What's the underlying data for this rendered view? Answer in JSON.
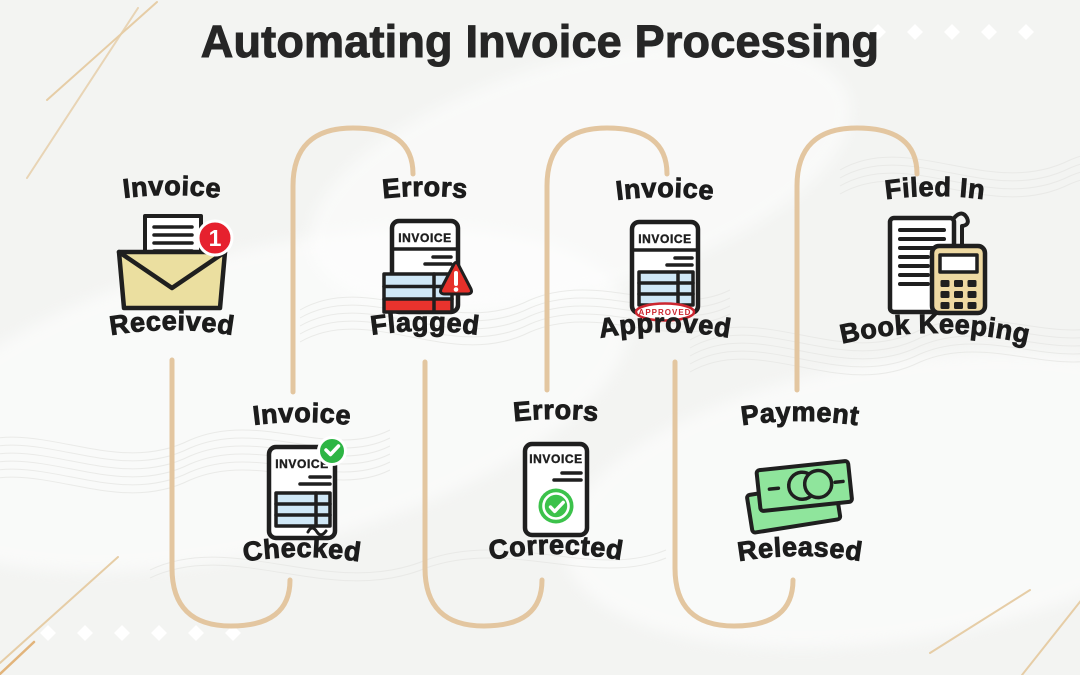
{
  "title": "Automating Invoice Processing",
  "steps": [
    {
      "id": "invoice-received",
      "row": "top",
      "top_label": "Invoice",
      "bottom_label": "Received",
      "icon": "envelope-notification-icon"
    },
    {
      "id": "invoice-checked",
      "row": "bottom",
      "top_label": "Invoice",
      "bottom_label": "Checked",
      "icon": "invoice-checked-icon"
    },
    {
      "id": "errors-flagged",
      "row": "top",
      "top_label": "Errors",
      "bottom_label": "Flagged",
      "icon": "invoice-error-warning-icon"
    },
    {
      "id": "errors-corrected",
      "row": "bottom",
      "top_label": "Errors",
      "bottom_label": "Corrected",
      "icon": "invoice-corrected-check-icon"
    },
    {
      "id": "invoice-approved",
      "row": "top",
      "top_label": "Invoice",
      "bottom_label": "Approved",
      "icon": "invoice-approved-stamp-icon"
    },
    {
      "id": "payment-released",
      "row": "bottom",
      "top_label": "Payment",
      "bottom_label": "Released",
      "icon": "money-banknotes-icon"
    },
    {
      "id": "filed-bookkeeping",
      "row": "top",
      "top_label": "Filed In",
      "bottom_label": "Book Keeping",
      "icon": "document-calculator-icon"
    }
  ],
  "icon_texts": {
    "invoice_header": "INVOICE",
    "approved_stamp": "APPROVED",
    "notification_count": "1"
  },
  "colors": {
    "background": "#f3f4f2",
    "title_ink": "#262626",
    "label_ink": "#1c1c1c",
    "flow_line": "#e3c6a0",
    "decor_line": "#e6cda6",
    "envelope_khaki": "#ebdfa0",
    "calculator_khaki": "#eed9a2",
    "alert_red": "#e6302a",
    "badge_red": "#e6212e",
    "stamp_red": "#cc2630",
    "success_green": "#2db544",
    "money_green": "#8fe59c",
    "table_blue": "#cfe7f6"
  }
}
